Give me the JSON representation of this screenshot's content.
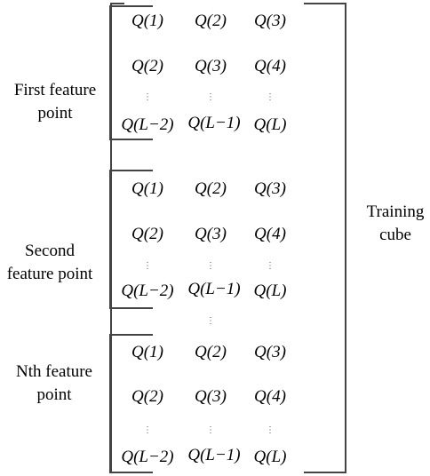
{
  "outer": {
    "label_line1": "Training",
    "label_line2": "cube"
  },
  "blocks": [
    {
      "label_line1": "First feature",
      "label_line2": "point",
      "rows": [
        [
          "Q(1)",
          "Q(2)",
          "Q(3)"
        ],
        [
          "Q(2)",
          "Q(3)",
          "Q(4)"
        ],
        [
          "⋮",
          "⋮",
          "⋮"
        ],
        [
          "Q(L−2)",
          "Q(L−1)",
          "Q(L)"
        ]
      ]
    },
    {
      "label_line1": "Second",
      "label_line2": "feature point",
      "rows": [
        [
          "Q(1)",
          "Q(2)",
          "Q(3)"
        ],
        [
          "Q(2)",
          "Q(3)",
          "Q(4)"
        ],
        [
          "⋮",
          "⋮",
          "⋮"
        ],
        [
          "Q(L−2)",
          "Q(L−1)",
          "Q(L)"
        ]
      ]
    },
    {
      "label_line1": "Nth feature",
      "label_line2": "point",
      "rows": [
        [
          "Q(1)",
          "Q(2)",
          "Q(3)"
        ],
        [
          "Q(2)",
          "Q(3)",
          "Q(4)"
        ],
        [
          "⋮",
          "⋮",
          "⋮"
        ],
        [
          "Q(L−2)",
          "Q(L−1)",
          "Q(L)"
        ]
      ]
    }
  ],
  "between_dots": "⋮"
}
